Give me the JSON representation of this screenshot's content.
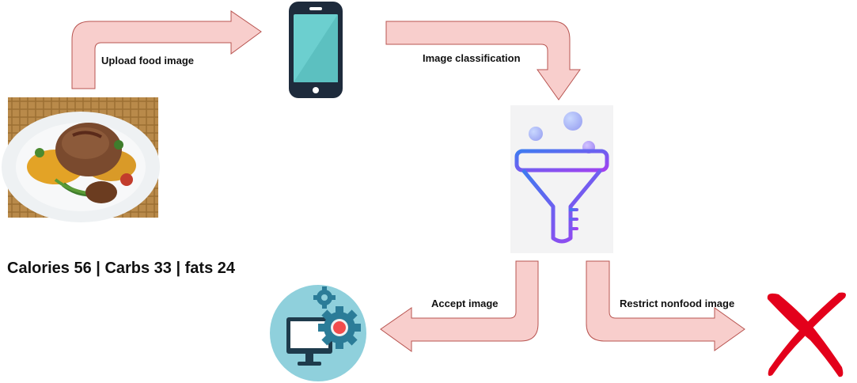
{
  "diagram": {
    "labels": {
      "upload": "Upload food image",
      "classification": "Image classification",
      "accept": "Accept image",
      "restrict": "Restrict nonfood image"
    },
    "nutrition_summary": "Calories 56 | Carbs 33 | fats 24"
  },
  "colors": {
    "arrow_fill": "#f8cecc",
    "arrow_stroke": "#b85450",
    "phone_frame": "#1e2b3c",
    "phone_screen": "#6ccfcf",
    "funnel_gradient_start": "#3e7bf0",
    "funnel_gradient_end": "#a340f0",
    "monitor_circle": "#8fd0dc",
    "gear": "#2b7c98",
    "x_mark": "#e3001b"
  },
  "icons": [
    "food-photo",
    "smartphone-icon",
    "filter-funnel-icon",
    "computer-settings-icon",
    "cross-icon"
  ]
}
